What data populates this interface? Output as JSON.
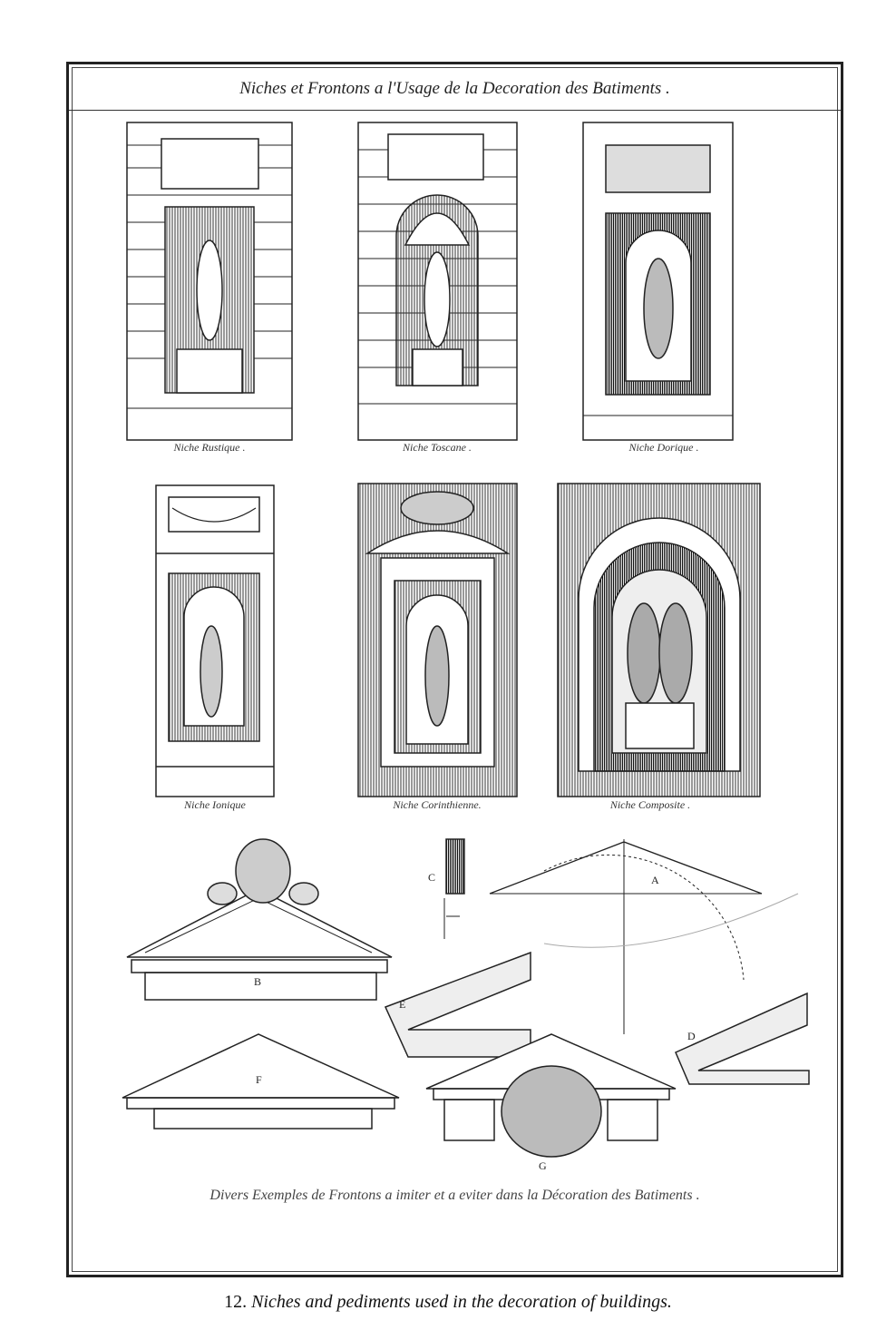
{
  "plate": {
    "title": "Niches et Frontons a l'Usage de la Decoration des Batiments .",
    "niches": [
      {
        "caption": "Niche Rustique ."
      },
      {
        "caption": "Niche Toscane ."
      },
      {
        "caption": "Niche Dorique ."
      },
      {
        "caption": "Niche Ionique"
      },
      {
        "caption": "Niche Corinthienne."
      },
      {
        "caption": "Niche Composite ."
      }
    ],
    "pediment_letters": {
      "A": "A",
      "B": "B",
      "C": "C",
      "D": "D",
      "E": "E",
      "F": "F",
      "G": "G"
    },
    "subtitle": "Divers Exemples de Frontons a imiter et a eviter dans la Décoration des Batiments ."
  },
  "caption": {
    "number": "12.",
    "text": "Niches and pediments used in the decoration of buildings."
  }
}
